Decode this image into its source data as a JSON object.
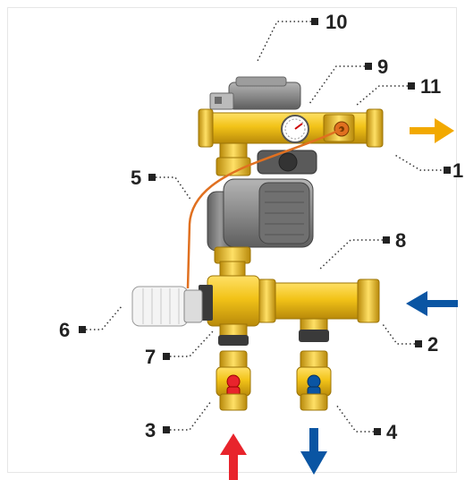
{
  "colors": {
    "brass": "#f2c318",
    "brass_dark": "#b8890a",
    "pump_grey": "#808080",
    "pump_dark": "#4a4a4a",
    "hot_arrow": "#e8242c",
    "cold_arrow": "#0a55a3",
    "outflow_arrow": "#f2a900",
    "return_arrow": "#0a55a3",
    "capillary": "#e07020",
    "leader": "#333333"
  },
  "callouts": [
    {
      "id": "1",
      "label": "1"
    },
    {
      "id": "2",
      "label": "2"
    },
    {
      "id": "3",
      "label": "3"
    },
    {
      "id": "4",
      "label": "4"
    },
    {
      "id": "5",
      "label": "5"
    },
    {
      "id": "6",
      "label": "6"
    },
    {
      "id": "7",
      "label": "7"
    },
    {
      "id": "8",
      "label": "8"
    },
    {
      "id": "9",
      "label": "9"
    },
    {
      "id": "10",
      "label": "10"
    },
    {
      "id": "11",
      "label": "11"
    }
  ]
}
